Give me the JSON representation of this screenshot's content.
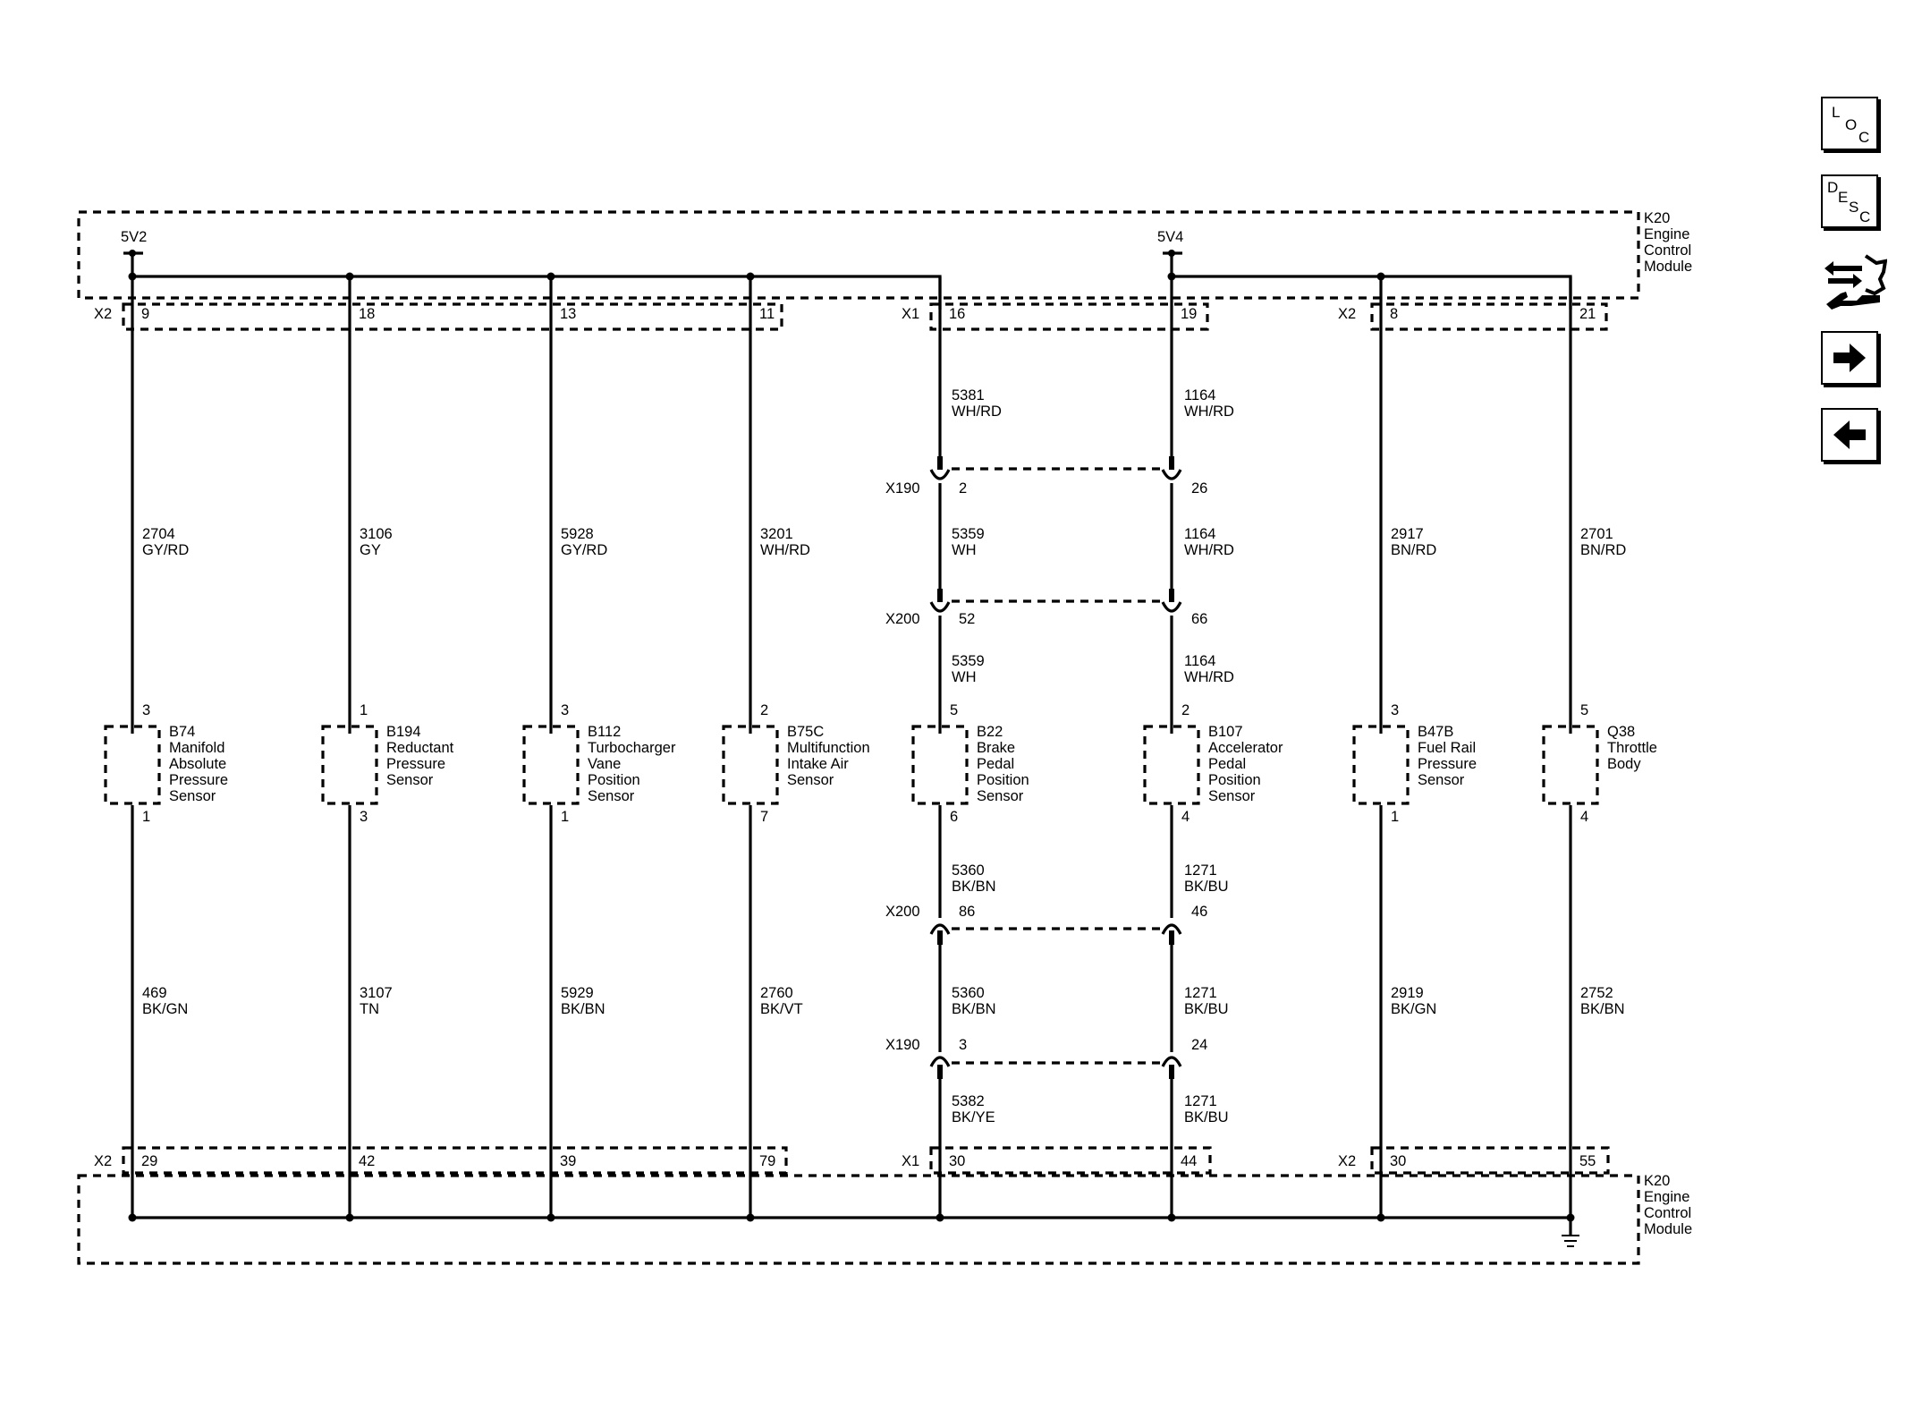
{
  "modules": {
    "top_label": [
      "K20",
      "Engine",
      "Control",
      "Module"
    ],
    "bottom_label": [
      "K20",
      "Engine",
      "Control",
      "Module"
    ],
    "ref_5v2": "5V2",
    "ref_5v4": "5V4"
  },
  "connectors": {
    "top": [
      {
        "id": "x2a",
        "name": "X2",
        "pins": [
          "9",
          "18",
          "13",
          "11"
        ]
      },
      {
        "id": "x1",
        "name": "X1",
        "pins": [
          "16",
          "19"
        ]
      },
      {
        "id": "x2b",
        "name": "X2",
        "pins": [
          "8",
          "21"
        ]
      }
    ],
    "bottom": [
      {
        "id": "x2a",
        "name": "X2",
        "pins": [
          "29",
          "42",
          "39",
          "79"
        ]
      },
      {
        "id": "x1",
        "name": "X1",
        "pins": [
          "30",
          "44"
        ]
      },
      {
        "id": "x2b",
        "name": "X2",
        "pins": [
          "30",
          "55"
        ]
      }
    ]
  },
  "sensors": [
    {
      "id": "b74",
      "label": [
        "B74",
        "Manifold",
        "Absolute",
        "Pressure",
        "Sensor"
      ],
      "pin_top": "3",
      "pin_bottom": "1",
      "wire_top": {
        "circuit": "2704",
        "color": "GY/RD"
      },
      "wire_bottom": {
        "circuit": "469",
        "color": "BK/GN"
      }
    },
    {
      "id": "b194",
      "label": [
        "B194",
        "Reductant",
        "Pressure",
        "Sensor"
      ],
      "pin_top": "1",
      "pin_bottom": "3",
      "wire_top": {
        "circuit": "3106",
        "color": "GY"
      },
      "wire_bottom": {
        "circuit": "3107",
        "color": "TN"
      }
    },
    {
      "id": "b112",
      "label": [
        "B112",
        "Turbocharger",
        "Vane",
        "Position",
        "Sensor"
      ],
      "pin_top": "3",
      "pin_bottom": "1",
      "wire_top": {
        "circuit": "5928",
        "color": "GY/RD"
      },
      "wire_bottom": {
        "circuit": "5929",
        "color": "BK/BN"
      }
    },
    {
      "id": "b75c",
      "label": [
        "B75C",
        "Multifunction",
        "Intake Air",
        "Sensor"
      ],
      "pin_top": "2",
      "pin_bottom": "7",
      "wire_top": {
        "circuit": "3201",
        "color": "WH/RD"
      },
      "wire_bottom": {
        "circuit": "2760",
        "color": "BK/VT"
      }
    },
    {
      "id": "b22",
      "label": [
        "B22",
        "Brake",
        "Pedal",
        "Position",
        "Sensor"
      ],
      "pin_top": "5",
      "pin_bottom": "6"
    },
    {
      "id": "b107",
      "label": [
        "B107",
        "Accelerator",
        "Pedal",
        "Position",
        "Sensor"
      ],
      "pin_top": "2",
      "pin_bottom": "4"
    },
    {
      "id": "b47b",
      "label": [
        "B47B",
        "Fuel Rail",
        "Pressure",
        "Sensor"
      ],
      "pin_top": "3",
      "pin_bottom": "1",
      "wire_top": {
        "circuit": "2917",
        "color": "BN/RD"
      },
      "wire_bottom": {
        "circuit": "2919",
        "color": "BK/GN"
      }
    },
    {
      "id": "q38",
      "label": [
        "Q38",
        "Throttle",
        "Body"
      ],
      "pin_top": "5",
      "pin_bottom": "4",
      "wire_top": {
        "circuit": "2701",
        "color": "BN/RD"
      },
      "wire_bottom": {
        "circuit": "2752",
        "color": "BK/BN"
      }
    }
  ],
  "inline_connectors": [
    {
      "id": "x190_top",
      "name": "X190",
      "pin_left": "2",
      "pin_right": "26"
    },
    {
      "id": "x200_top",
      "name": "X200",
      "pin_left": "52",
      "pin_right": "66"
    },
    {
      "id": "x200_bot",
      "name": "X200",
      "pin_left": "86",
      "pin_right": "46"
    },
    {
      "id": "x190_bot",
      "name": "X190",
      "pin_left": "3",
      "pin_right": "24"
    }
  ],
  "pedal_wires": {
    "b22": [
      {
        "circuit": "5381",
        "color": "WH/RD"
      },
      {
        "circuit": "5359",
        "color": "WH"
      },
      {
        "circuit": "5359",
        "color": "WH"
      },
      {
        "circuit": "5360",
        "color": "BK/BN"
      },
      {
        "circuit": "5360",
        "color": "BK/BN"
      },
      {
        "circuit": "5382",
        "color": "BK/YE"
      }
    ],
    "b107": [
      {
        "circuit": "1164",
        "color": "WH/RD"
      },
      {
        "circuit": "1164",
        "color": "WH/RD"
      },
      {
        "circuit": "1164",
        "color": "WH/RD"
      },
      {
        "circuit": "1271",
        "color": "BK/BU"
      },
      {
        "circuit": "1271",
        "color": "BK/BU"
      },
      {
        "circuit": "1271",
        "color": "BK/BU"
      }
    ]
  },
  "nav": {
    "loc": [
      "L",
      "O",
      "C"
    ],
    "desc": [
      "D",
      "E",
      "S",
      "C"
    ],
    "icons": [
      "system-connector-icon",
      "next-arrow-icon",
      "previous-arrow-icon"
    ]
  }
}
